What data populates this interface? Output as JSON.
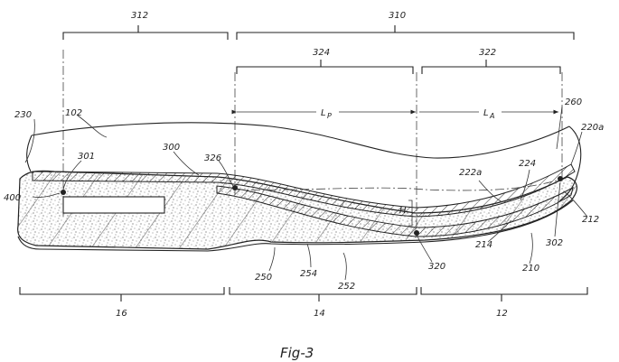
{
  "figure": {
    "caption": "Fig-3",
    "labels": {
      "l312": "312",
      "l310": "310",
      "l324": "324",
      "l322": "322",
      "l230": "230",
      "l102": "102",
      "l260": "260",
      "l220a": "220a",
      "l301": "301",
      "l300": "300",
      "l326": "326",
      "l222a": "222a",
      "l224": "224",
      "l400": "400",
      "lH": "H",
      "l212": "212",
      "l302": "302",
      "l214": "214",
      "l210": "210",
      "l320": "320",
      "l250": "250",
      "l254": "254",
      "l252": "252",
      "l16": "16",
      "l14": "14",
      "l12": "12",
      "lLp": "L",
      "lLpSub": "P",
      "lLa": "L",
      "lLaSub": "A"
    }
  }
}
